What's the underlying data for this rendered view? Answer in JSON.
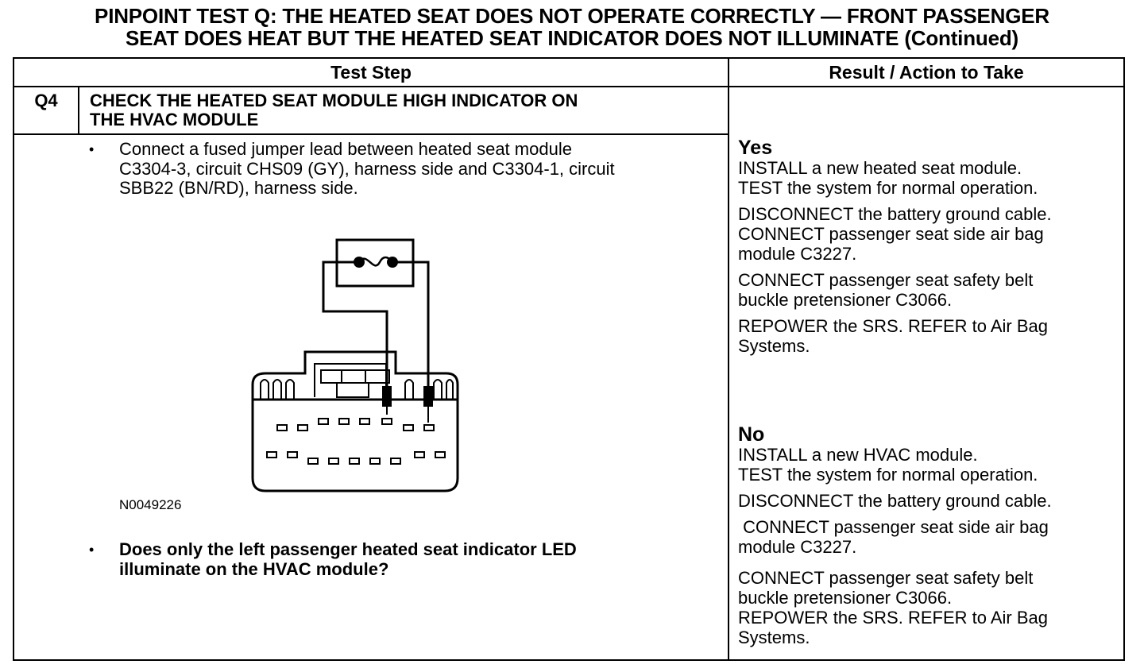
{
  "title": {
    "line1": "PINPOINT TEST Q: THE HEATED SEAT DOES NOT OPERATE CORRECTLY — FRONT PASSENGER",
    "line2": "SEAT DOES HEAT BUT THE HEATED SEAT INDICATOR DOES NOT ILLUMINATE (Continued)"
  },
  "table": {
    "col_test_step": "Test Step",
    "col_result": "Result / Action to Take"
  },
  "step": {
    "id": "Q4",
    "title_line1": "CHECK THE HEATED SEAT MODULE HIGH INDICATOR ON",
    "title_line2": "THE HVAC MODULE",
    "bullet_symbol": "•",
    "instruction_lines": [
      "Connect a fused jumper lead between heated seat module",
      "C3304-3, circuit CHS09 (GY), harness side and C3304-1, circuit",
      "SBB22 (BN/RD), harness side."
    ],
    "figure_label": "N0049226",
    "question_lines": [
      "Does only the left passenger heated seat indicator LED",
      "illuminate on the HVAC module?"
    ]
  },
  "yes": {
    "heading": "Yes",
    "p1": [
      "INSTALL a new heated seat module.",
      "TEST the system for normal operation."
    ],
    "p2": [
      "DISCONNECT the battery ground cable.",
      "CONNECT passenger seat side air bag",
      "module C3227."
    ],
    "p3": [
      "CONNECT passenger seat safety belt",
      "buckle pretensioner C3066."
    ],
    "p4": [
      "REPOWER the SRS. REFER to Air Bag",
      "Systems."
    ]
  },
  "no": {
    "heading": "No",
    "p1": [
      "INSTALL a new HVAC module.",
      "TEST the system for normal operation."
    ],
    "p2": [
      "DISCONNECT the battery ground cable."
    ],
    "p3": [
      " CONNECT passenger seat side air bag",
      "module C3227."
    ],
    "p4": [
      "CONNECT passenger seat safety belt",
      "buckle pretensioner C3066.",
      "REPOWER the SRS. REFER to Air Bag",
      "Systems."
    ]
  }
}
